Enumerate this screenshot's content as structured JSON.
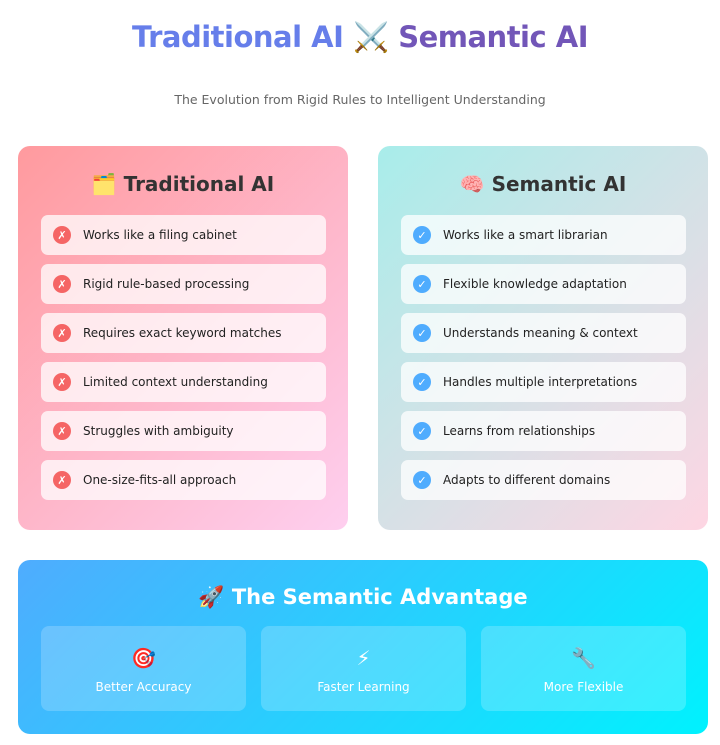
{
  "header": {
    "title_left": "Traditional AI",
    "title_icon": "⚔️",
    "title_right": "Semantic AI",
    "subtitle": "The Evolution from Rigid Rules to Intelligent Understanding"
  },
  "traditional": {
    "icon": "🗂️",
    "title": "Traditional AI",
    "items": [
      "Works like a filing cabinet",
      "Rigid rule-based processing",
      "Requires exact keyword matches",
      "Limited context understanding",
      "Struggles with ambiguity",
      "One-size-fits-all approach"
    ]
  },
  "semantic": {
    "icon": "🧠",
    "title": "Semantic AI",
    "items": [
      "Works like a smart librarian",
      "Flexible knowledge adaptation",
      "Understands meaning & context",
      "Handles multiple interpretations",
      "Learns from relationships",
      "Adapts to different domains"
    ]
  },
  "advantage": {
    "icon": "🚀",
    "title": "The Semantic Advantage",
    "items": [
      {
        "icon": "🎯",
        "label": "Better Accuracy"
      },
      {
        "icon": "⚡",
        "label": "Faster Learning"
      },
      {
        "icon": "🔧",
        "label": "More Flexible"
      }
    ]
  },
  "colors": {
    "x": "#f56565",
    "check": "#4facfe"
  }
}
